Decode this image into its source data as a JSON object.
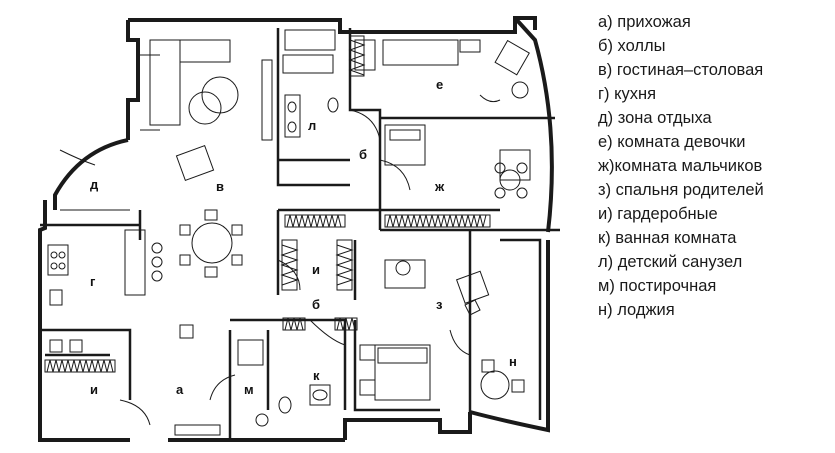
{
  "room_labels": {
    "a": "а",
    "b1": "б",
    "b2": "б",
    "v": "в",
    "g": "г",
    "d": "д",
    "e": "е",
    "zh": "ж",
    "z": "з",
    "i1": "и",
    "i2": "и",
    "k": "к",
    "l": "л",
    "m": "м",
    "n": "н"
  },
  "legend": [
    "а) прихожая",
    "б) холлы",
    "в) гостиная–столовая",
    "г) кухня",
    "д) зона отдыха",
    "е) комната девочки",
    "ж)комната мальчиков",
    "з) спальня родителей",
    "и) гардеробные",
    "к) ванная комната",
    "л) детский санузел",
    "м) постирочная",
    "н) лоджия"
  ]
}
